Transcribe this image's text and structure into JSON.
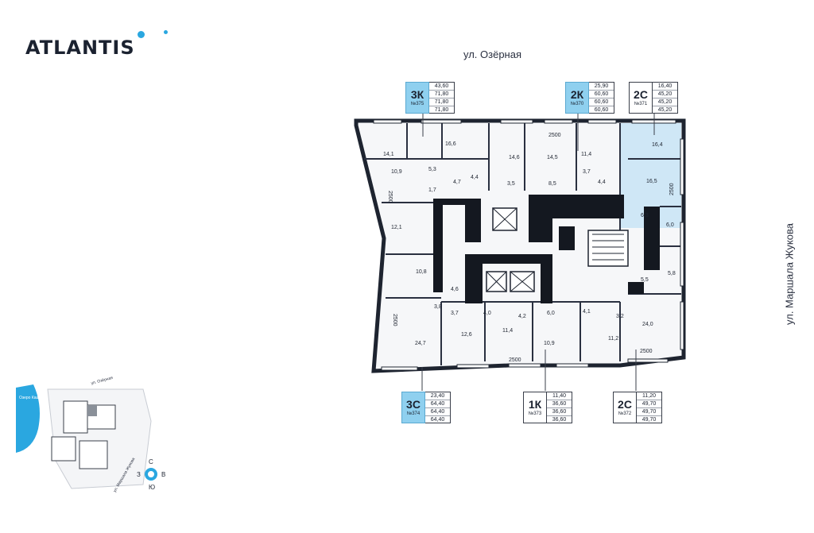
{
  "brand": {
    "name": "ATLANTIS",
    "accent": "#2aa7e0"
  },
  "streets": {
    "north": "ул. Озёрная",
    "east": "ул. Маршала Жукова"
  },
  "apartments": [
    {
      "type": "3К",
      "number": "№375",
      "areas": [
        "43,60",
        "71,80",
        "71,80",
        "71,80"
      ],
      "highlight": true
    },
    {
      "type": "2К",
      "number": "№370",
      "areas": [
        "25,90",
        "60,60",
        "60,60",
        "60,60"
      ],
      "highlight": true
    },
    {
      "type": "2С",
      "number": "№371",
      "areas": [
        "16,40",
        "45,20",
        "45,20",
        "45,20"
      ],
      "highlight": false
    },
    {
      "type": "3С",
      "number": "№374",
      "areas": [
        "23,40",
        "64,40",
        "64,40",
        "64,40"
      ],
      "highlight": true
    },
    {
      "type": "1К",
      "number": "№373",
      "areas": [
        "11,40",
        "36,60",
        "36,60",
        "36,60"
      ],
      "highlight": false
    },
    {
      "type": "2С",
      "number": "№372",
      "areas": [
        "11,20",
        "49,70",
        "49,70",
        "49,70"
      ],
      "highlight": false
    }
  ],
  "rooms": [
    "14,1",
    "16,6",
    "14,6",
    "14,5",
    "11,4",
    "16,4",
    "10,9",
    "5,3",
    "4,4",
    "3,5",
    "8,5",
    "3,7",
    "4,4",
    "16,5",
    "1,7",
    "4,7",
    "6,3",
    "6,0",
    "12,1",
    "10,8",
    "4,6",
    "5,5",
    "5,8",
    "3,8",
    "3,7",
    "4,0",
    "4,2",
    "6,0",
    "4,1",
    "3,2",
    "24,0",
    "24,7",
    "12,6",
    "11,4",
    "10,9",
    "11,2"
  ],
  "dimensions": [
    "2500",
    "2500",
    "2500",
    "2500",
    "2500",
    "2500"
  ],
  "minimap": {
    "lake": "Озеро Кашкадан",
    "street_north": "ул. Озёрная",
    "street_east": "ул. Маршала Жукова"
  },
  "compass": {
    "n": "С",
    "s": "Ю",
    "w": "З",
    "e": "В"
  }
}
